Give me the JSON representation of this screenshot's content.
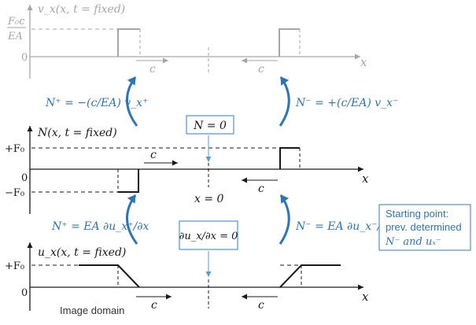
{
  "colors": {
    "ink": "#1a1a1a",
    "gray": "#a6a6a6",
    "blue": "#2e75b6",
    "box_border": "#5b9bd5"
  },
  "panel_velocity": {
    "ylabel": "v_x(x, t = fixed)",
    "ytick_num": "F₀c",
    "ytick_den": "EA",
    "origin": "0",
    "xaxis": "x",
    "left_arrow_label": "c",
    "right_arrow_label": "c"
  },
  "panel_force": {
    "ylabel": "N(x, t = fixed)",
    "ytick_pos": "+F₀",
    "ytick_neg": "−F₀",
    "origin": "0",
    "xaxis": "x",
    "left_arrow_label": "c",
    "right_arrow_label": "c",
    "box_label": "N = 0",
    "center_label": "x = 0"
  },
  "panel_strain": {
    "ylabel": "u_x(x, t = fixed)",
    "ytick_pos": "+F₀",
    "origin": "0",
    "xaxis": "x",
    "left_arrow_label": "c",
    "right_arrow_label": "c",
    "box_label": "∂u_x/∂x = 0",
    "image_domain": "Image domain"
  },
  "relations": {
    "n_plus_velocity": "N⁺ = −(c/EA) v_x⁺",
    "n_minus_velocity": "N⁻ = +(c/EA) v_x⁻",
    "n_plus_strain": "N⁺ = EA ∂u_x⁺/∂x",
    "n_minus_strain": "N⁻ = EA ∂u_x⁻/∂x"
  },
  "starting_point": {
    "line1": "Starting point:",
    "line2": "prev. determined",
    "line3": "N⁻ and uₓ⁻"
  }
}
